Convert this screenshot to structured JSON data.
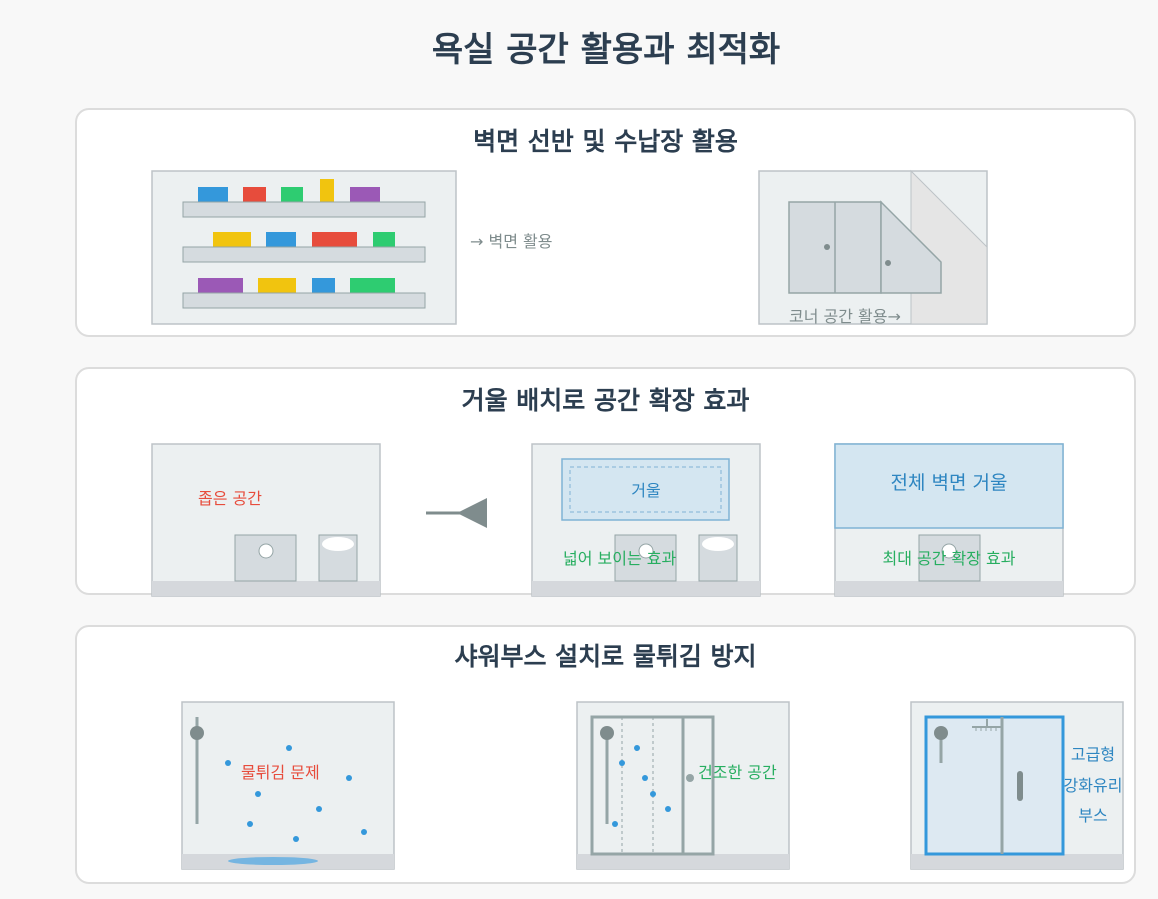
{
  "title": "욕실 공간 활용과 최적화",
  "colors": {
    "title": "#2c3e50",
    "scene_bg": "#ecf0f1",
    "scene_border": "#bdc3c7",
    "fixture": "#d5dbdf",
    "fixture_border": "#95a5a6",
    "floor": "#d5d8dc",
    "mirror_fill": "#d4e6f1",
    "mirror_border": "#7fb3d5",
    "red_label": "#e74c3c",
    "green_label": "#27ae60",
    "blue_label": "#2e86c1",
    "gray_label": "#7f8c8d",
    "water_drop": "#3498db",
    "premium_frame": "#3498db"
  },
  "sections": [
    {
      "title": "벽면 선반 및 수납장 활용",
      "labels": {
        "wall": "→ 벽면 활용",
        "corner": "코너 공간 활용→"
      },
      "item_colors": [
        "#3498db",
        "#e74c3c",
        "#2ecc71",
        "#f1c40f",
        "#9b59b6"
      ]
    },
    {
      "title": "거울 배치로 공간 확장 효과",
      "labels": {
        "narrow": "좁은 공간",
        "mirror": "거울",
        "wider": "넓어 보이는 효과",
        "full_mirror": "전체 벽면 거울",
        "max": "최대 공간 확장 효과"
      }
    },
    {
      "title": "샤워부스 설치로 물튀김 방지",
      "labels": {
        "splash": "물튀김 문제",
        "dry": "건조한 공간",
        "premium": [
          "고급형",
          "강화유리",
          "부스"
        ]
      }
    }
  ]
}
